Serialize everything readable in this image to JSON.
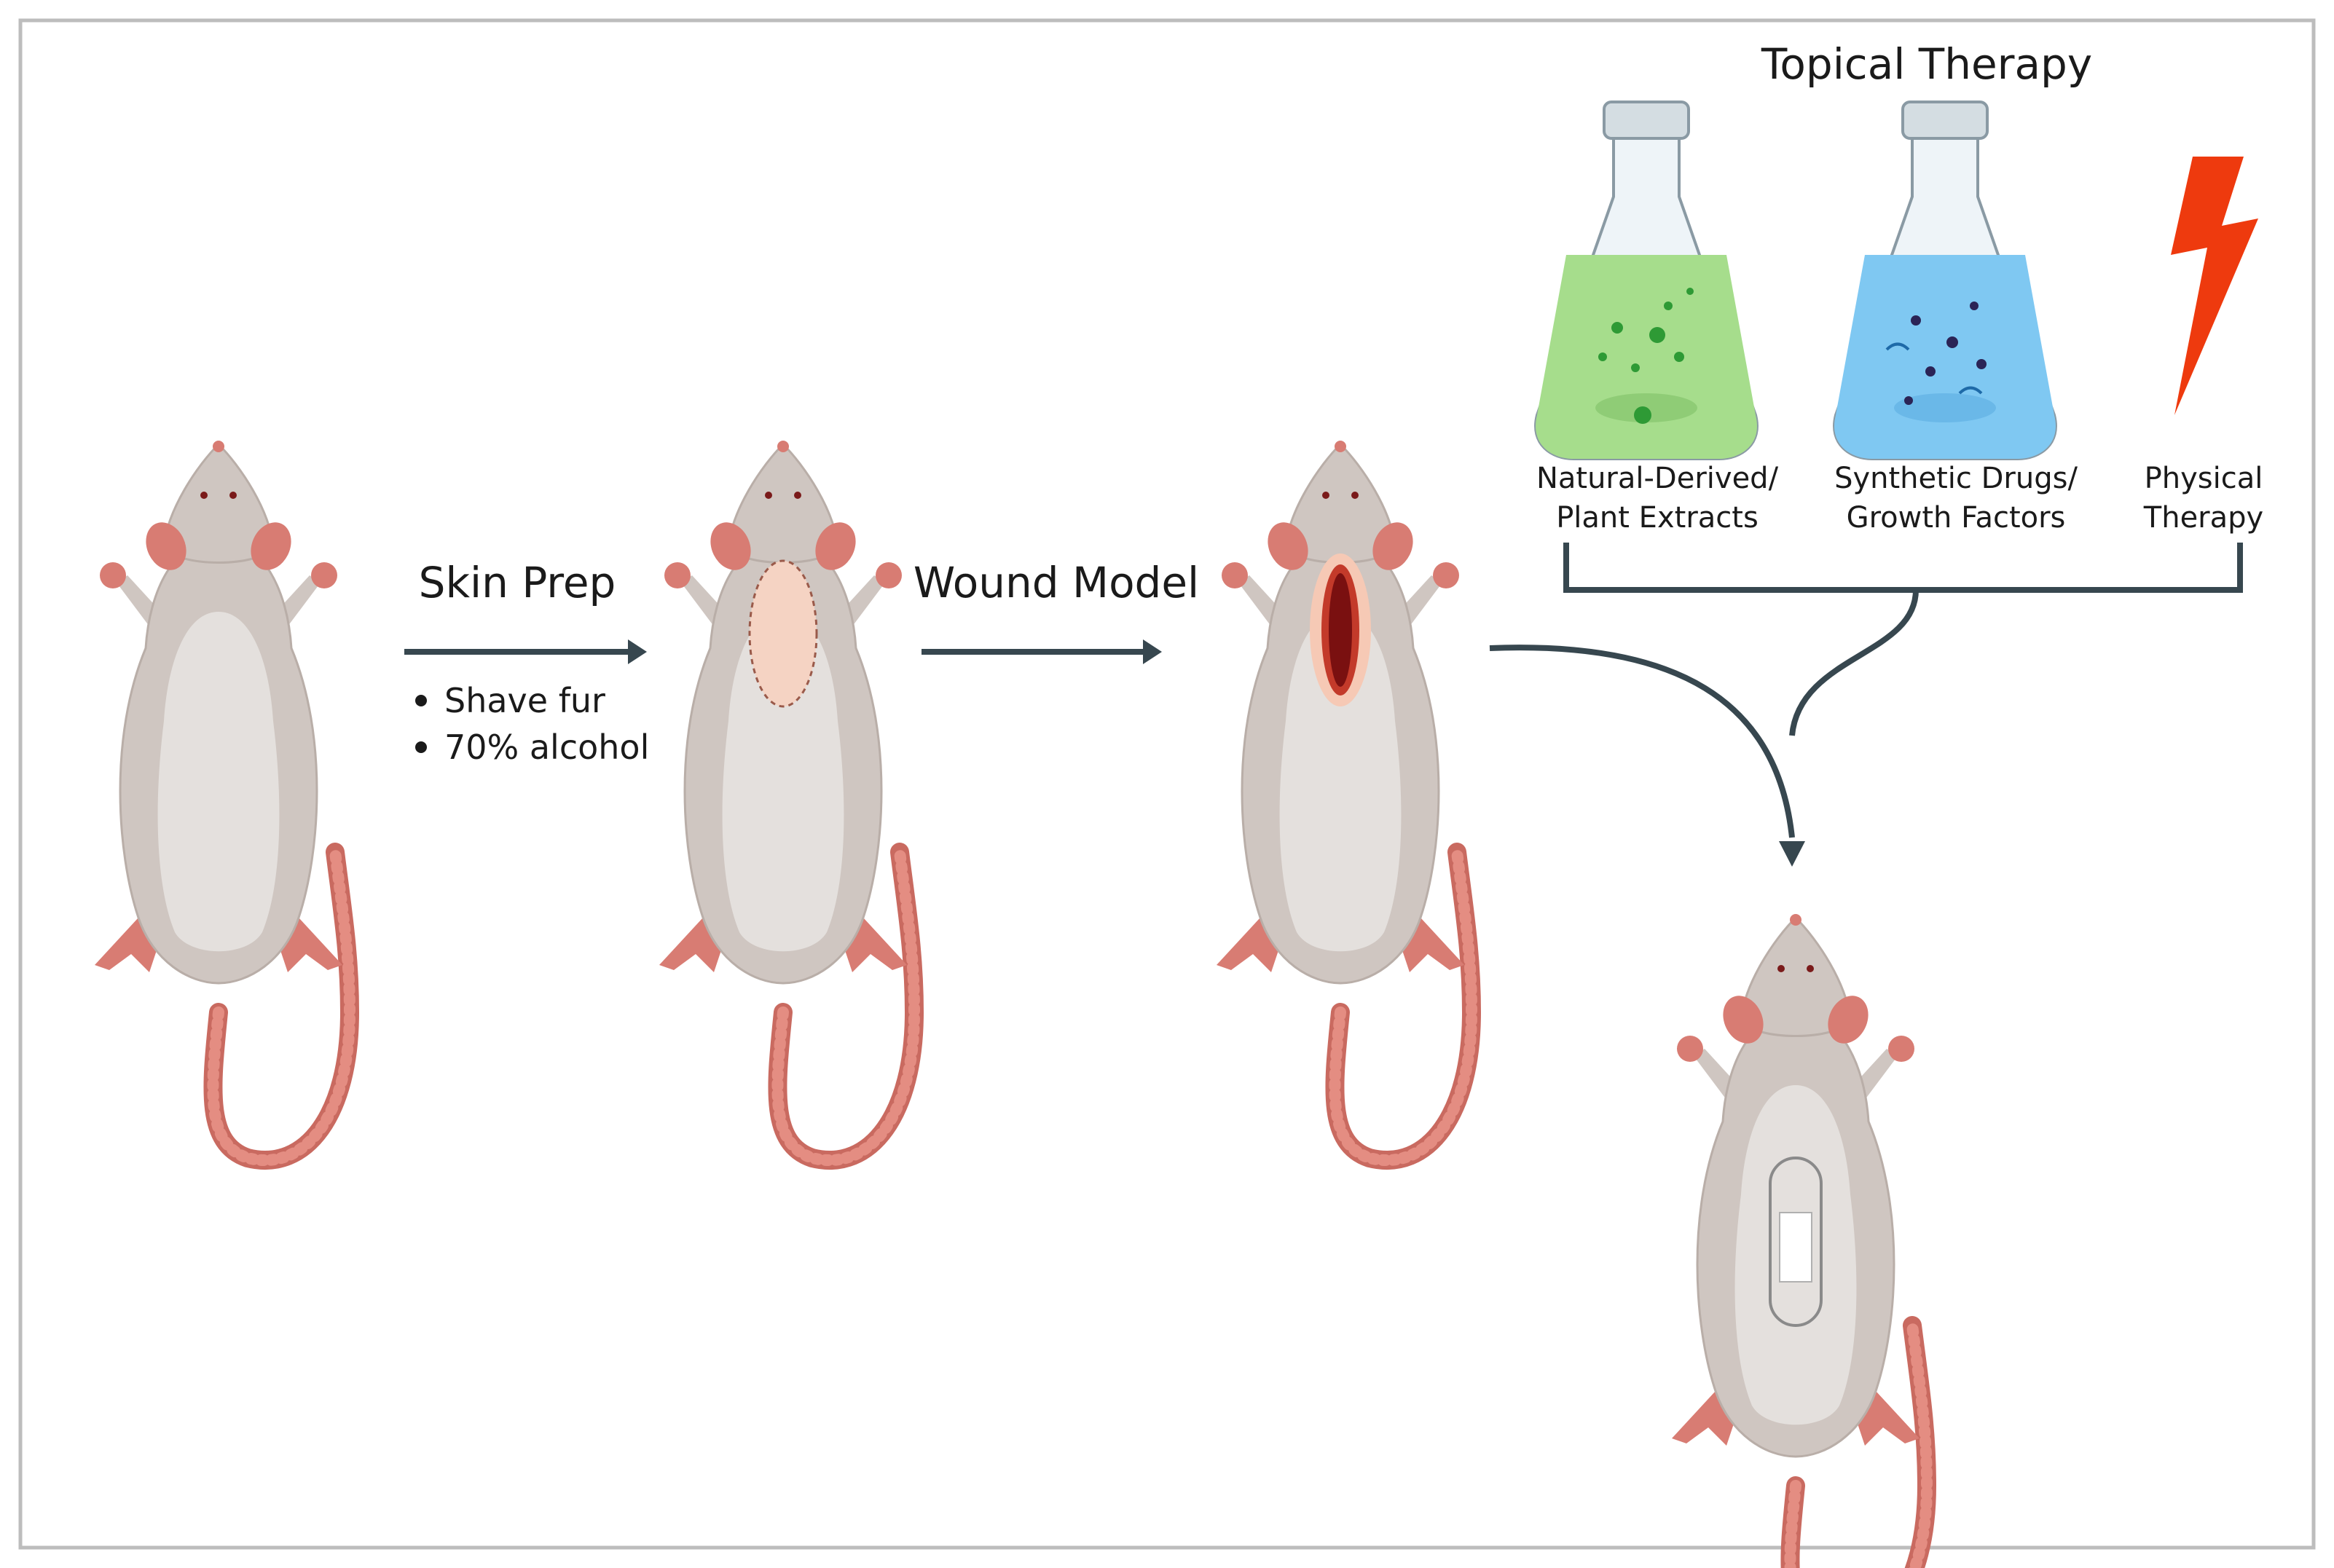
{
  "labels": {
    "skin_prep": "Skin Prep",
    "wound_model": "Wound Model",
    "topical_therapy": "Topical Therapy"
  },
  "skin_prep_steps": [
    "Shave fur",
    "70% alcohol"
  ],
  "therapies": [
    {
      "line1": "Natural-Derived/",
      "line2": "Plant Extracts"
    },
    {
      "line1": "Synthetic Drugs/",
      "line2": "Growth Factors"
    },
    {
      "line1": "Physical",
      "line2": "Therapy"
    }
  ],
  "colors": {
    "arrow": "#37474f",
    "rat_body": "#cfc6c1",
    "rat_belly": "#e4e0dd",
    "rat_pink": "#d87c73",
    "skin_prep_patch": "#f5d3c3",
    "wound": "#7a1010",
    "green_liquid": "#a6dd8c",
    "blue_liquid": "#7fc8f2",
    "lightning": "#ee3a0e"
  },
  "icons": {
    "rat": "rat-icon",
    "bandage": "bandage-icon",
    "flask_green": "flask-icon",
    "flask_blue": "flask-icon",
    "lightning": "lightning-icon"
  }
}
